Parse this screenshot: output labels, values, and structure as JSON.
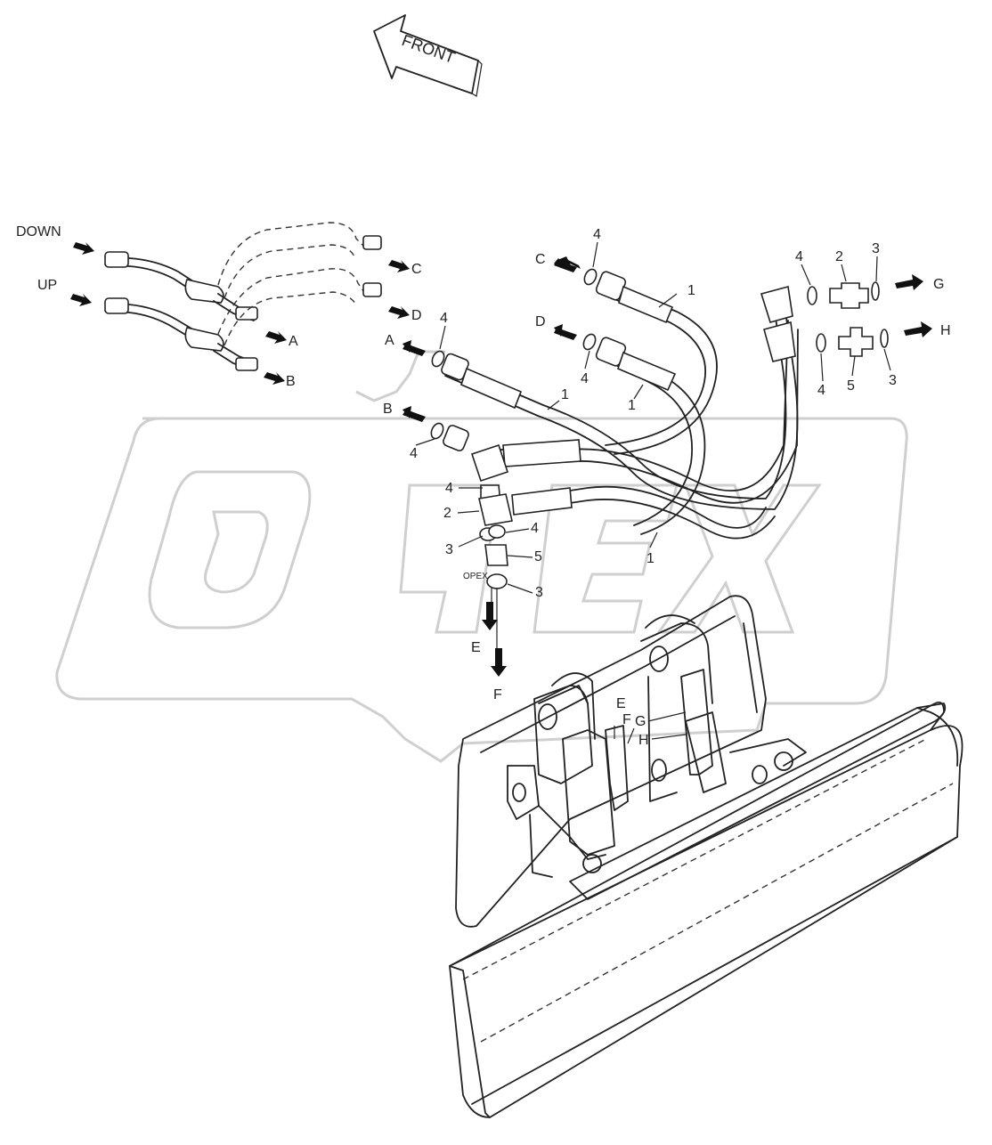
{
  "diagram": {
    "front_label": "FRONT",
    "watermark": "OPEX",
    "port_labels": {
      "down": "DOWN",
      "up": "UP"
    },
    "connection_letters": {
      "a": "A",
      "b": "B",
      "c": "C",
      "d": "D",
      "e": "E",
      "f": "F",
      "g": "G",
      "h": "H"
    },
    "part_numbers": {
      "hose": "1",
      "elbow_adapter": "2",
      "o_ring_large": "3",
      "o_ring_small": "4",
      "connector": "5"
    },
    "colors": {
      "line": "#222222",
      "watermark": "#cfcfcf",
      "background": "#ffffff"
    }
  }
}
